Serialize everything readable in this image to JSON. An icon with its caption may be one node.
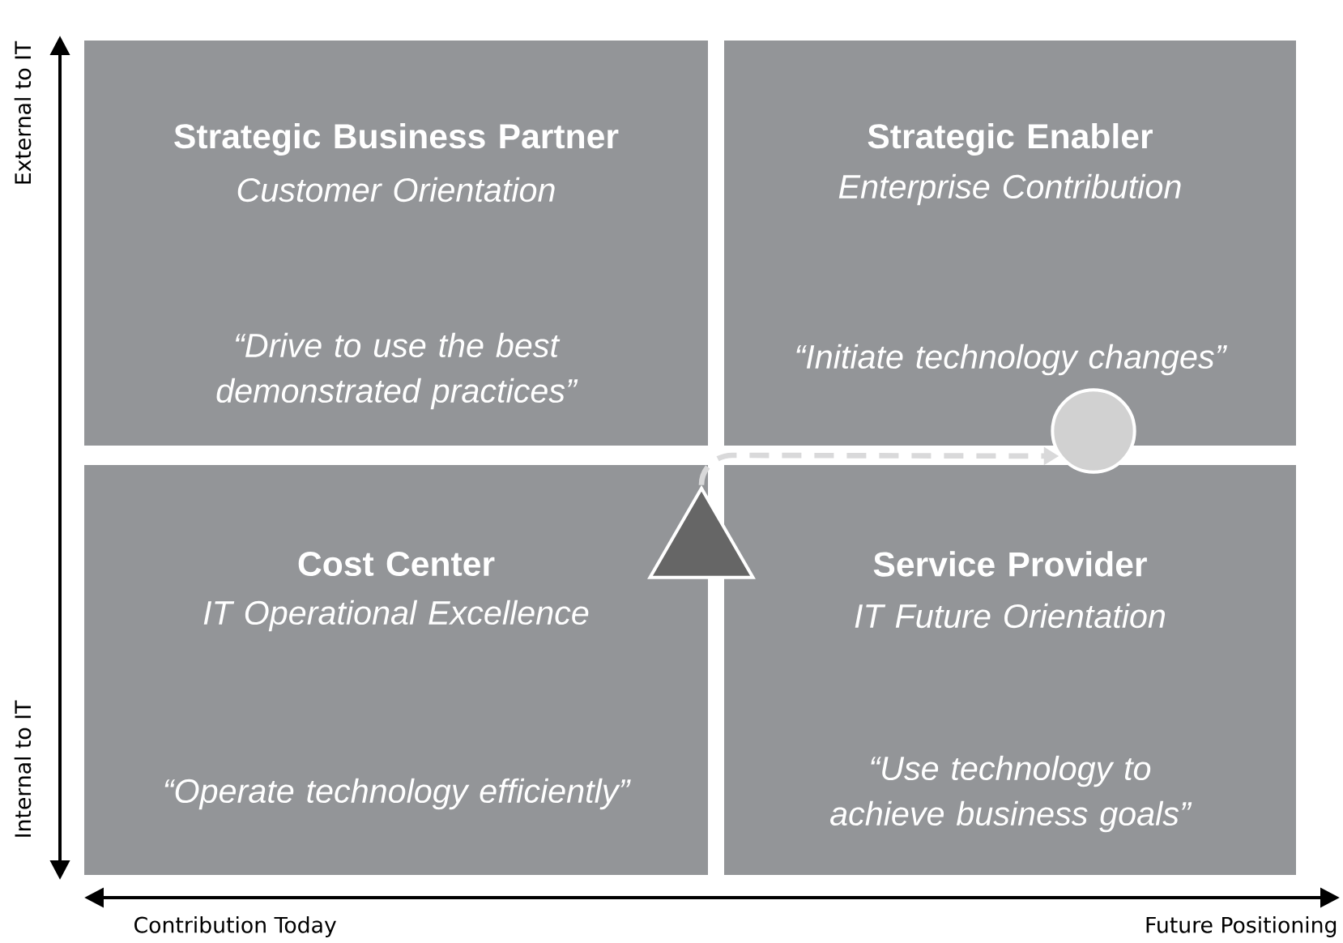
{
  "diagram": {
    "nodes": [
      {
        "text": [
          "Strategic Business Partner",
          "Customer Orientation",
          "“Drive to use the best demonstrated practices”"
        ]
      },
      {
        "text": [
          "Strategic Enabler",
          "Enterprise Contribution",
          "“Initiate technology changes”"
        ]
      },
      {
        "text": [
          "Cost Center",
          "IT Operational Excellence",
          "“Operate technology efficiently”"
        ]
      },
      {
        "text": [
          "Service Provider",
          "IT Future Orientation",
          "“Use technology to achieve business goals”"
        ]
      },
      {
        "text": [],
        "shape": "triangle"
      },
      {
        "text": [],
        "shape": "circle"
      }
    ],
    "edges": [
      {
        "from": 4,
        "to": 5,
        "arrow": "to",
        "style": "dashed",
        "color": "#d9d9da"
      }
    ],
    "labels": [
      "External to IT",
      "Internal to IT",
      "Contribution Today",
      "Future Positioning"
    ]
  }
}
